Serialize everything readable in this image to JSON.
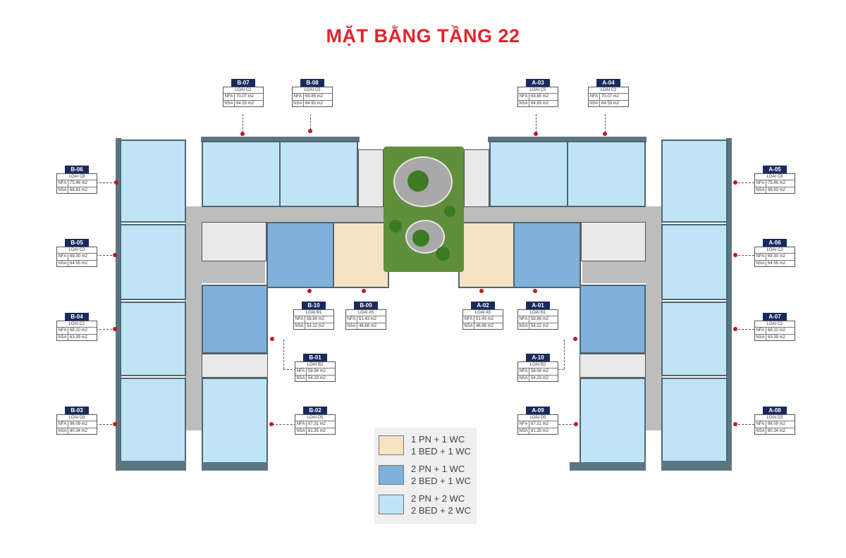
{
  "title": "MẶT BẰNG TẦNG 22",
  "units": [
    {
      "code": "B-07",
      "type": "LOAI C2",
      "nfa": "70.07 m2",
      "nsa": "64.53 m2"
    },
    {
      "code": "B-08",
      "type": "LOAI C5",
      "nfa": "69.85 m2",
      "nsa": "64.93 m2"
    },
    {
      "code": "A-03",
      "type": "LOAI C5",
      "nfa": "69.85 m2",
      "nsa": "64.93 m2"
    },
    {
      "code": "A-04",
      "type": "LOAI C2",
      "nfa": "70.07 m2",
      "nsa": "64.53 m2"
    },
    {
      "code": "B-06",
      "type": "LOAI C8",
      "nfa": "75.46 m2",
      "nsa": "68.83 m2"
    },
    {
      "code": "A-05",
      "type": "LOAI C8",
      "nfa": "75.46 m2",
      "nsa": "68.83 m2"
    },
    {
      "code": "B-05",
      "type": "LOAI C3",
      "nfa": "69.30 m2",
      "nsa": "64.55 m2"
    },
    {
      "code": "A-06",
      "type": "LOAI C3",
      "nfa": "69.30 m2",
      "nsa": "64.55 m2"
    },
    {
      "code": "B-10",
      "type": "LOAI B1",
      "nfa": "58.89 m2",
      "nsa": "54.12 m2"
    },
    {
      "code": "B-09",
      "type": "LOAI A5",
      "nfa": "51.43 m2",
      "nsa": "46.68 m2"
    },
    {
      "code": "A-02",
      "type": "LOAI A5",
      "nfa": "51.43 m2",
      "nsa": "46.68 m2"
    },
    {
      "code": "A-01",
      "type": "LOAI B1",
      "nfa": "58.89 m2",
      "nsa": "54.12 m2"
    },
    {
      "code": "B-04",
      "type": "LOAI C1",
      "nfa": "68.10 m2",
      "nsa": "63.39 m2"
    },
    {
      "code": "A-07",
      "type": "LOAI C1",
      "nfa": "68.10 m2",
      "nsa": "63.39 m2"
    },
    {
      "code": "B-01",
      "type": "LOAI B2",
      "nfa": "58.94 m2",
      "nsa": "54.33 m2"
    },
    {
      "code": "A-10",
      "type": "LOAI B2",
      "nfa": "58.94 m2",
      "nsa": "54.33 m2"
    },
    {
      "code": "B-03",
      "type": "LOAI D3",
      "nfa": "86.09 m2",
      "nsa": "80.34 m2"
    },
    {
      "code": "B-02",
      "type": "LOAI D5",
      "nfa": "87.31 m2",
      "nsa": "81.35 m2"
    },
    {
      "code": "A-09",
      "type": "LOAI D5",
      "nfa": "87.31 m2",
      "nsa": "81.35 m2"
    },
    {
      "code": "A-08",
      "type": "LOAI D3",
      "nfa": "86.09 m2",
      "nsa": "80.34 m2"
    }
  ],
  "row_labels": {
    "nfa": "NFA",
    "nsa": "NSA"
  },
  "legend": [
    {
      "line1": "1 PN + 1 WC",
      "line2": "1 BED + 1 WC",
      "color": "#f5e3c4"
    },
    {
      "line1": "2 PN + 1 WC",
      "line2": "2 BED + 1 WC",
      "color": "#7fb1da"
    },
    {
      "line1": "2 PN + 2 WC",
      "line2": "2 BED + 2 WC",
      "color": "#bfe4f6"
    }
  ],
  "colors": {
    "title": "#e0242b",
    "code_bg": "#1a2a5e",
    "marker": "#c4161c"
  }
}
